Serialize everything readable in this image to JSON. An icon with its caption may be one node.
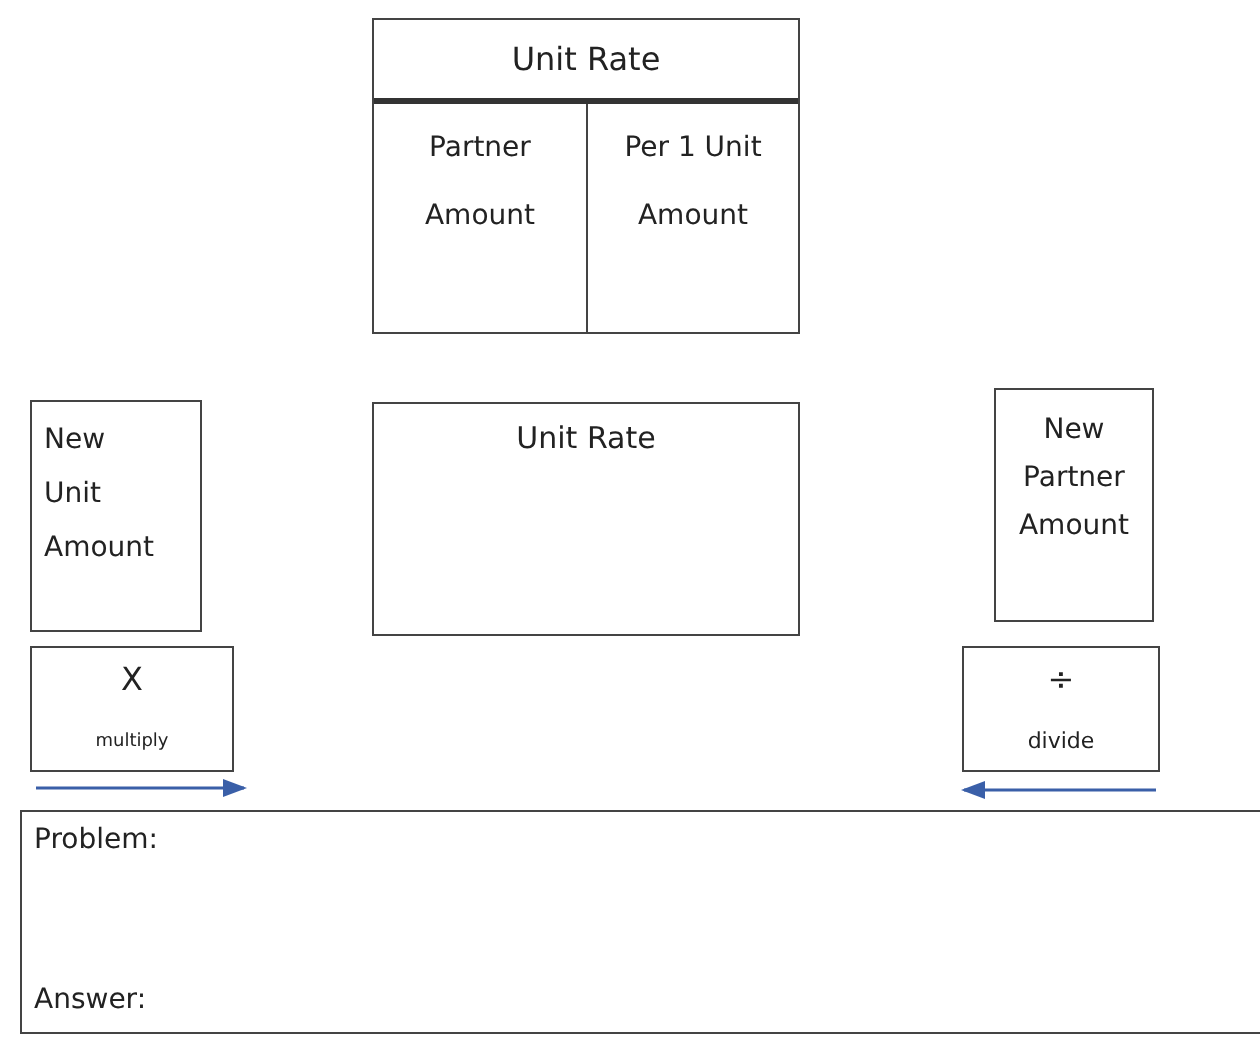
{
  "diagram": {
    "nodes": [
      {
        "text": [
          "Unit Rate"
        ]
      },
      {
        "text": [
          "Partner",
          "Amount"
        ],
        "in": 0
      },
      {
        "text": [
          "Per 1 Unit",
          "Amount"
        ],
        "in": 0
      },
      {
        "text": [
          "New Unit Amount"
        ]
      },
      {
        "text": [
          "Unit Rate"
        ]
      },
      {
        "text": [
          "New Partner Amount"
        ]
      },
      {
        "text": [
          "X",
          "multiply"
        ]
      },
      {
        "text": [
          "÷",
          "divide"
        ]
      },
      {
        "text": [
          "Problem:",
          "Answer:"
        ]
      }
    ]
  }
}
